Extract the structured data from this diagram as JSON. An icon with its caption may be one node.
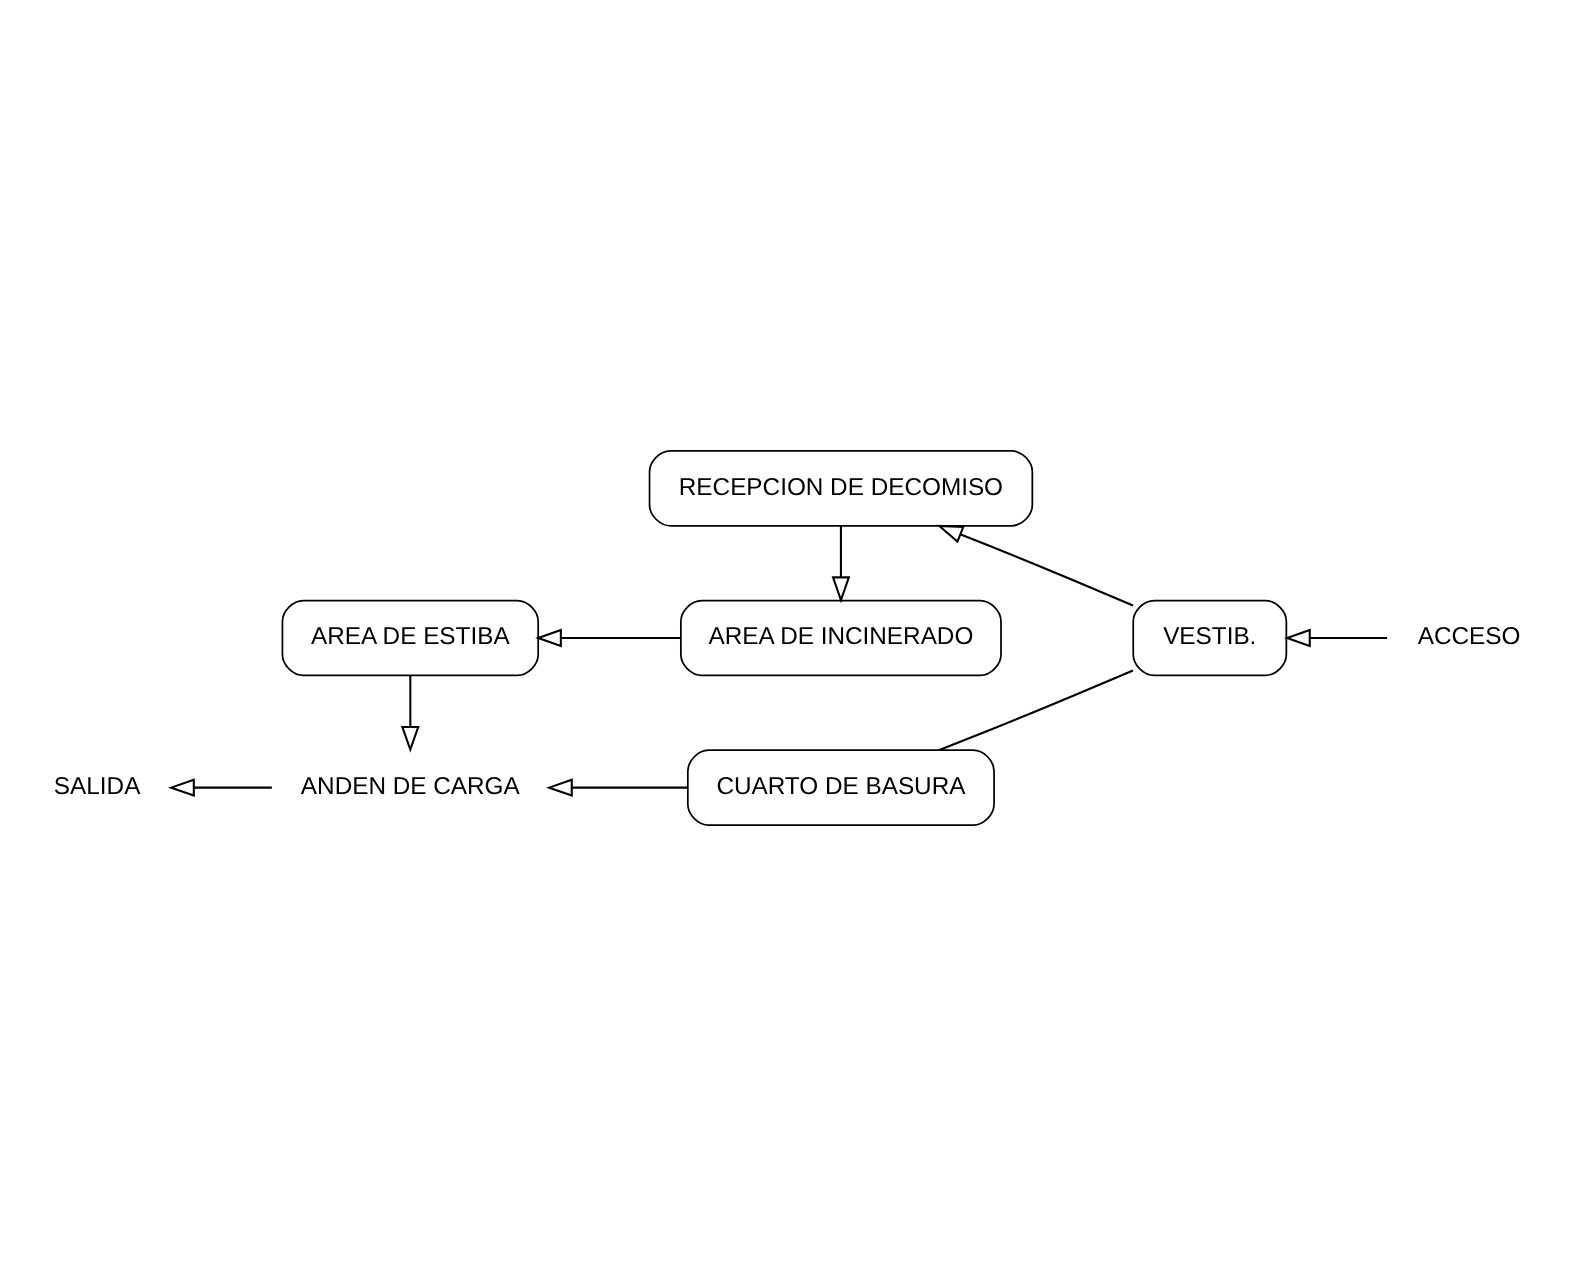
{
  "diagram": {
    "nodes": [
      {
        "text": [
          "AREA DE ESTIBA"
        ]
      },
      {
        "text": [
          "AREA DE INCINERADO"
        ]
      },
      {
        "text": [
          "RECEPCION DE DECOMISO"
        ]
      },
      {
        "text": [
          "VESTIB."
        ]
      },
      {
        "text": [
          "ACCESO"
        ]
      },
      {
        "text": [
          "CUARTO DE BASURA"
        ]
      },
      {
        "text": [
          "ANDEN DE CARGA"
        ]
      },
      {
        "text": [
          "SALIDA"
        ]
      }
    ],
    "edges": [
      {
        "from": 1,
        "to": 0,
        "arrow": "to"
      },
      {
        "from": 0,
        "to": 6,
        "arrow": "to"
      },
      {
        "from": 2,
        "to": 1,
        "arrow": "to"
      },
      {
        "from": 3,
        "to": 2,
        "arrow": "to"
      },
      {
        "from": 4,
        "to": 3,
        "arrow": "to"
      },
      {
        "from": 3,
        "to": 5,
        "arrow": "none"
      },
      {
        "from": 5,
        "to": 6,
        "arrow": "to"
      },
      {
        "from": 6,
        "to": 7,
        "arrow": "to"
      }
    ]
  }
}
